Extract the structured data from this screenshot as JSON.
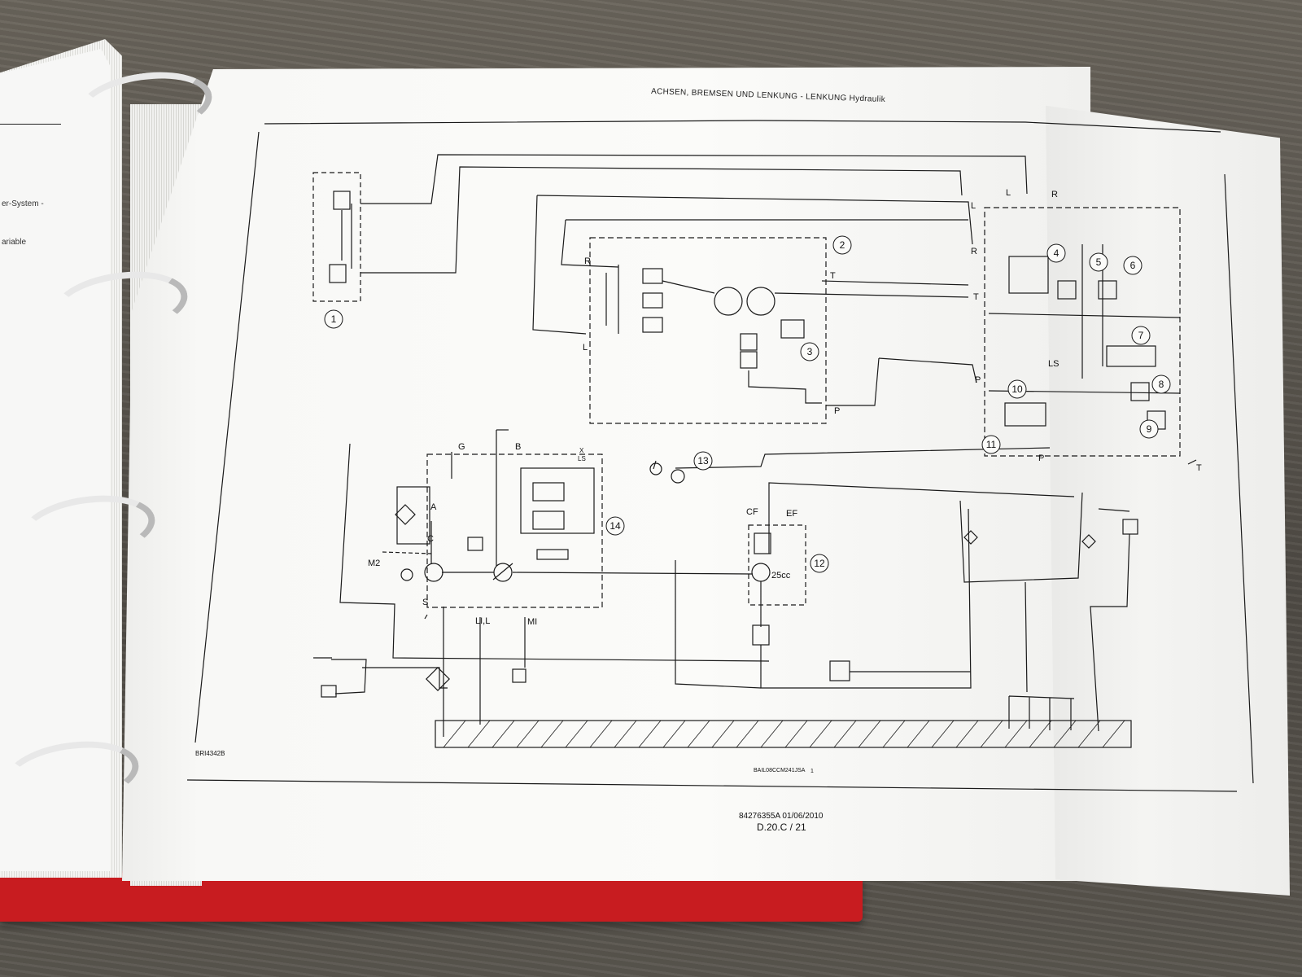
{
  "header": {
    "title": "ACHSEN, BREMSEN UND LENKUNG - LENKUNG Hydraulik"
  },
  "left_page": {
    "line1": "er-System -",
    "line2": "ariable"
  },
  "labels": {
    "l1": "R",
    "l2": "T",
    "l3": "L",
    "l4": "P",
    "r_L": "L",
    "r_R": "R",
    "r_T": "T",
    "r_P": "P",
    "r_LS": "LS",
    "g": "G",
    "b": "B",
    "x_ls": "X",
    "ls": "LS",
    "a": "A",
    "c": "C",
    "s": "S",
    "m2": "M2",
    "li": "LI,L",
    "mi": "MI",
    "cf": "CF",
    "ef": "EF",
    "cc": "25cc",
    "top_L": "L",
    "top_R": "R",
    "t2": "T",
    "p2": "P"
  },
  "callouts": [
    "1",
    "2",
    "3",
    "4",
    "5",
    "6",
    "7",
    "8",
    "9",
    "10",
    "11",
    "12",
    "13",
    "14"
  ],
  "footer": {
    "drawing_id": "BRI4342B",
    "ref": "BAIL08CCM241JSA",
    "ref_num": "1",
    "doc": "84276355A 01/06/2010",
    "page": "D.20.C / 21"
  }
}
